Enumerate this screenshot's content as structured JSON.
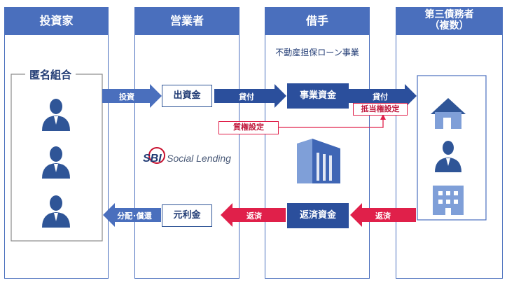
{
  "columns": [
    {
      "title": "投資家"
    },
    {
      "title": "営業者"
    },
    {
      "title": "借手"
    },
    {
      "title": "第三債務者",
      "subtitle": "（複数）"
    }
  ],
  "investor_group_label": "匿名組合",
  "borrower_business_label": "不動産担保ローン事業",
  "flow_top": {
    "arrow1": "投資",
    "box1": "出資金",
    "arrow2": "貸付",
    "box2": "事業資金",
    "arrow3": "貸付",
    "mortgage": "抵当権設定",
    "pledge": "質権設定"
  },
  "flow_bottom": {
    "arrow1": "返済",
    "box1": "返済資金",
    "arrow2": "返済",
    "box2": "元利金",
    "arrow3": "分配･償還"
  },
  "logo": {
    "mark": "SBI",
    "text": "Social Lending"
  },
  "colors": {
    "primary": "#4a6fbd",
    "dark": "#2b4f9c",
    "red": "#e0204a",
    "icon": "#2f5597"
  },
  "icons": [
    "person-icon",
    "house-icon",
    "building-icon",
    "office-tower-icon"
  ]
}
